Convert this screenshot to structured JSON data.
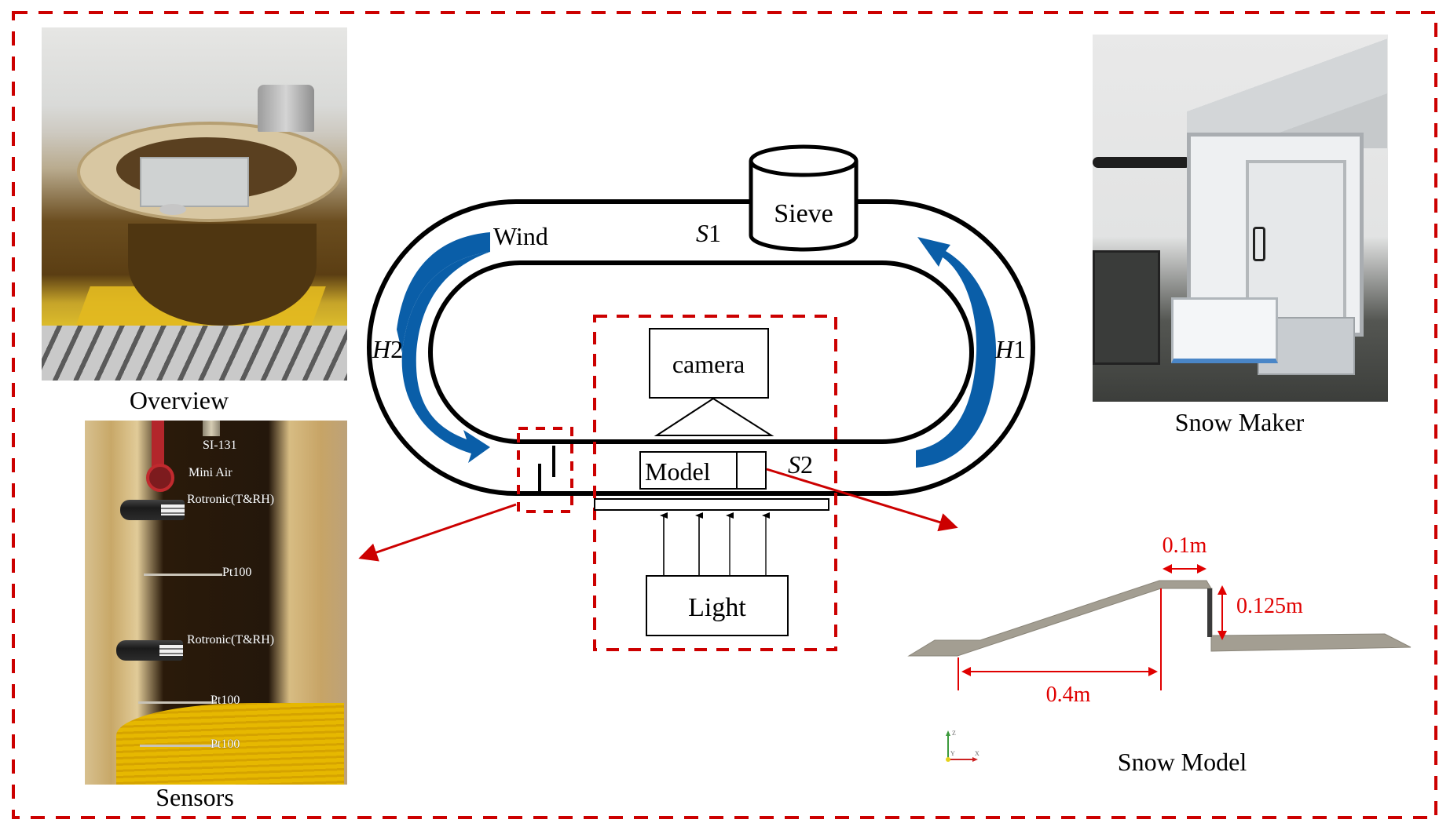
{
  "figure": {
    "frame_color": "#cc0000",
    "wind_arrow_color": "#0a5ea8",
    "dimension_color": "#e00000",
    "snow_surface_color": "#a39e92"
  },
  "panels": {
    "overview": {
      "caption": "Overview",
      "icon": "photo-wind-tunnel-overview"
    },
    "sensors": {
      "caption": "Sensors",
      "icon": "photo-sensors",
      "labels": [
        "SI-131",
        "Mini Air",
        "Rotronic(T&RH)",
        "Pt100",
        "Rotronic(T&RH)",
        "Pt100",
        "Pt100"
      ]
    },
    "snow_maker": {
      "caption": "Snow Maker",
      "icon": "photo-snow-maker"
    },
    "snow_model": {
      "caption": "Snow Model",
      "dimensions": {
        "width_top": "0.1m",
        "height_step": "0.125m",
        "ramp_length": "0.4m"
      },
      "axis_labels": {
        "up": "Z",
        "right": "X",
        "origin": "Y"
      }
    }
  },
  "diagram": {
    "sieve_label": "Sieve",
    "wind_label": "Wind",
    "section_1": {
      "italic": "S",
      "num": "1"
    },
    "section_2": {
      "italic": "S",
      "num": "2"
    },
    "heater_1": {
      "italic": "H",
      "num": "1"
    },
    "heater_2": {
      "italic": "H",
      "num": "2"
    },
    "camera_label": "camera",
    "model_label": "Model",
    "light_label": "Light"
  }
}
